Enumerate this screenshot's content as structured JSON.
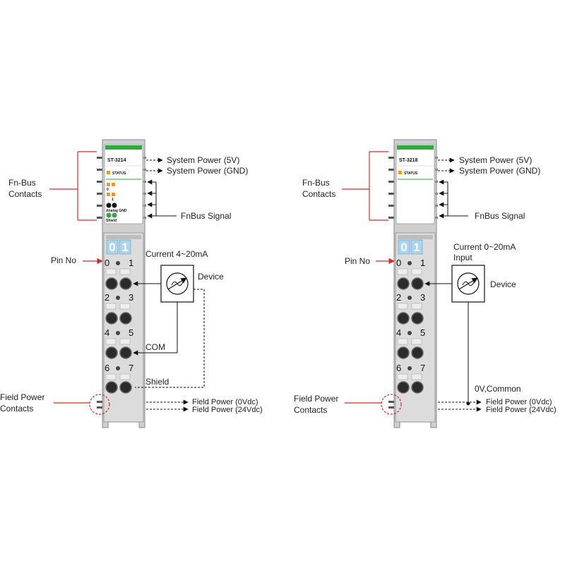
{
  "colors": {
    "accent_green": "#2faa3a",
    "status_orange": "#f39a1a",
    "callout_red": "#d42a2a",
    "module_gray": "#cfcfcf",
    "pin_blue": "#a9d3ee"
  },
  "left": {
    "model": "ST-3214",
    "status": "STATUS",
    "led_labels": [
      "0",
      "1"
    ],
    "analog_label": "Analog GND",
    "shield_label": "Shield",
    "digits": [
      "0",
      "1"
    ],
    "pins": [
      "0",
      "1",
      "2",
      "3",
      "4",
      "5",
      "6",
      "7"
    ],
    "fnbus_label_1": "Fn-Bus",
    "fnbus_label_2": "Contacts",
    "sys_power_5v": "System Power (5V)",
    "sys_power_gnd": "System Power (GND)",
    "fnbus_signal": "FnBus Signal",
    "pin_no": "Pin No",
    "current": "Current 4~20mA",
    "device": "Device",
    "com": "COM",
    "shield": "Shield",
    "field_power_1": "Field Power",
    "field_power_2": "Contacts",
    "field_0v": "Field Power (0Vdc)",
    "field_24v": "Field Power (24Vdc)"
  },
  "right": {
    "model": "ST-3218",
    "status": "STATUS",
    "digits": [
      "0",
      "1"
    ],
    "pins": [
      "0",
      "1",
      "2",
      "3",
      "4",
      "5",
      "6",
      "7"
    ],
    "fnbus_label_1": "Fn-Bus",
    "fnbus_label_2": "Contacts",
    "sys_power_5v": "System Power (5V)",
    "sys_power_gnd": "System Power (GND)",
    "fnbus_signal": "FnBus Signal",
    "pin_no": "Pin No",
    "current_1": "Current 0~20mA",
    "current_2": "Input",
    "device": "Device",
    "common": "0V,Common",
    "field_power_1": "Field Power",
    "field_power_2": "Contacts",
    "field_0v": "Field Power (0Vdc)",
    "field_24v": "Field Power (24Vdc)"
  }
}
